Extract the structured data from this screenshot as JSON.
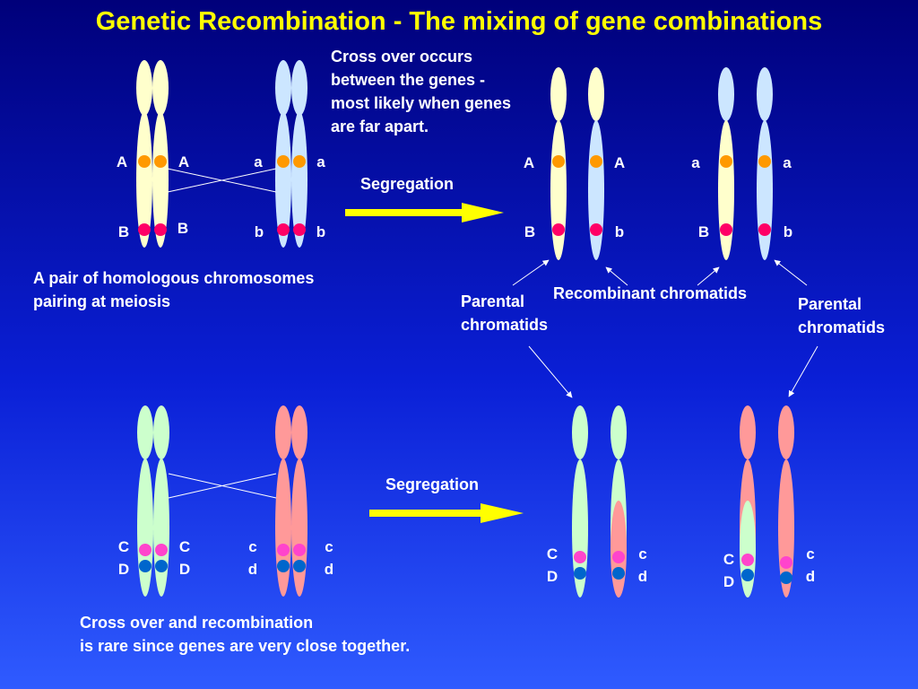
{
  "title": "Genetic Recombination - The mixing of gene combinations",
  "notes": {
    "crossover_top": [
      "Cross over occurs",
      "between the genes -",
      "most likely when genes",
      "are far apart."
    ],
    "pair_desc": [
      "A pair of homologous chromosomes",
      "pairing at meiosis"
    ],
    "segregation_top": "Segregation",
    "segregation_bottom": "Segregation",
    "parental_left": [
      "Parental",
      "chromatids"
    ],
    "recombinant": "Recombinant chromatids",
    "parental_right": [
      "Parental",
      "chromatids"
    ],
    "rare": [
      "Cross over and recombination",
      "is rare since genes are very close together."
    ]
  },
  "gene_labels": {
    "top_left": [
      "A",
      "A",
      "B",
      "B"
    ],
    "top_mid": [
      "a",
      "a",
      "b",
      "b"
    ],
    "top_r1": [
      "A",
      "A",
      "B",
      "b"
    ],
    "top_r2": [
      "a",
      "a",
      "B",
      "b"
    ],
    "bot_left": [
      "C",
      "D",
      "C",
      "D"
    ],
    "bot_mid": [
      "c",
      "d",
      "c",
      "d"
    ],
    "bot_r1": [
      "C",
      "D",
      "c",
      "d"
    ],
    "bot_r2": [
      "C",
      "D",
      "c",
      "d"
    ]
  },
  "colors": {
    "title": "#ffff00",
    "chromatid_yellow": "#ffffcc",
    "chromatid_blue": "#cce6ff",
    "chromatid_green": "#ccffcc",
    "chromatid_salmon": "#ff9999",
    "gene_orange": "#ff9900",
    "gene_red": "#ff0066",
    "gene_pink": "#ff44cc",
    "gene_blue": "#0066cc",
    "arrow": "#ffff00"
  }
}
